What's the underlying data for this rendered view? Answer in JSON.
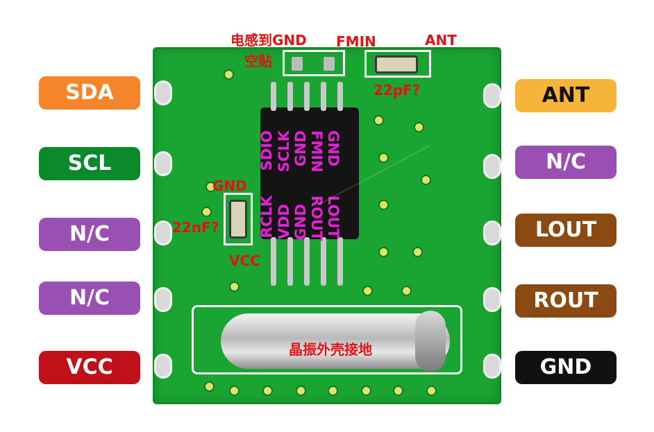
{
  "left_pins": [
    {
      "label": "SDA",
      "color": "#f5842a"
    },
    {
      "label": "SCL",
      "color": "#0b8a2b"
    },
    {
      "label": "N/C",
      "color": "#9a4fb3"
    },
    {
      "label": "N/C",
      "color": "#9a4fb3"
    },
    {
      "label": "VCC",
      "color": "#c0101a"
    }
  ],
  "right_pins": [
    {
      "label": "ANT",
      "color": "#f6b53a"
    },
    {
      "label": "N/C",
      "color": "#9a4fb3"
    },
    {
      "label": "LOUT",
      "color": "#8a4a12"
    },
    {
      "label": "ROUT",
      "color": "#8a4a12"
    },
    {
      "label": "GND",
      "color": "#111111"
    }
  ],
  "chip_pins_left": [
    "SDIO",
    "SCLK",
    "GND",
    "FMIN",
    "GND"
  ],
  "chip_pins_right": [
    "RCLK",
    "VDD",
    "GND",
    "ROUT",
    "LOUT"
  ],
  "annotations": {
    "inductor_gnd_line1": "电感到GND",
    "inductor_gnd_line2": "空贴",
    "fmin": "FMIN",
    "ant": "ANT",
    "cap_22pf": "22pF?",
    "gnd": "GND",
    "cap_22nf": "22nF?",
    "vcc": "VCC",
    "crystal_ground": "晶振外壳接地"
  },
  "colors": {
    "board": "#1aa532",
    "chip_text": "#e81fd9",
    "annotation": "#e01414"
  }
}
